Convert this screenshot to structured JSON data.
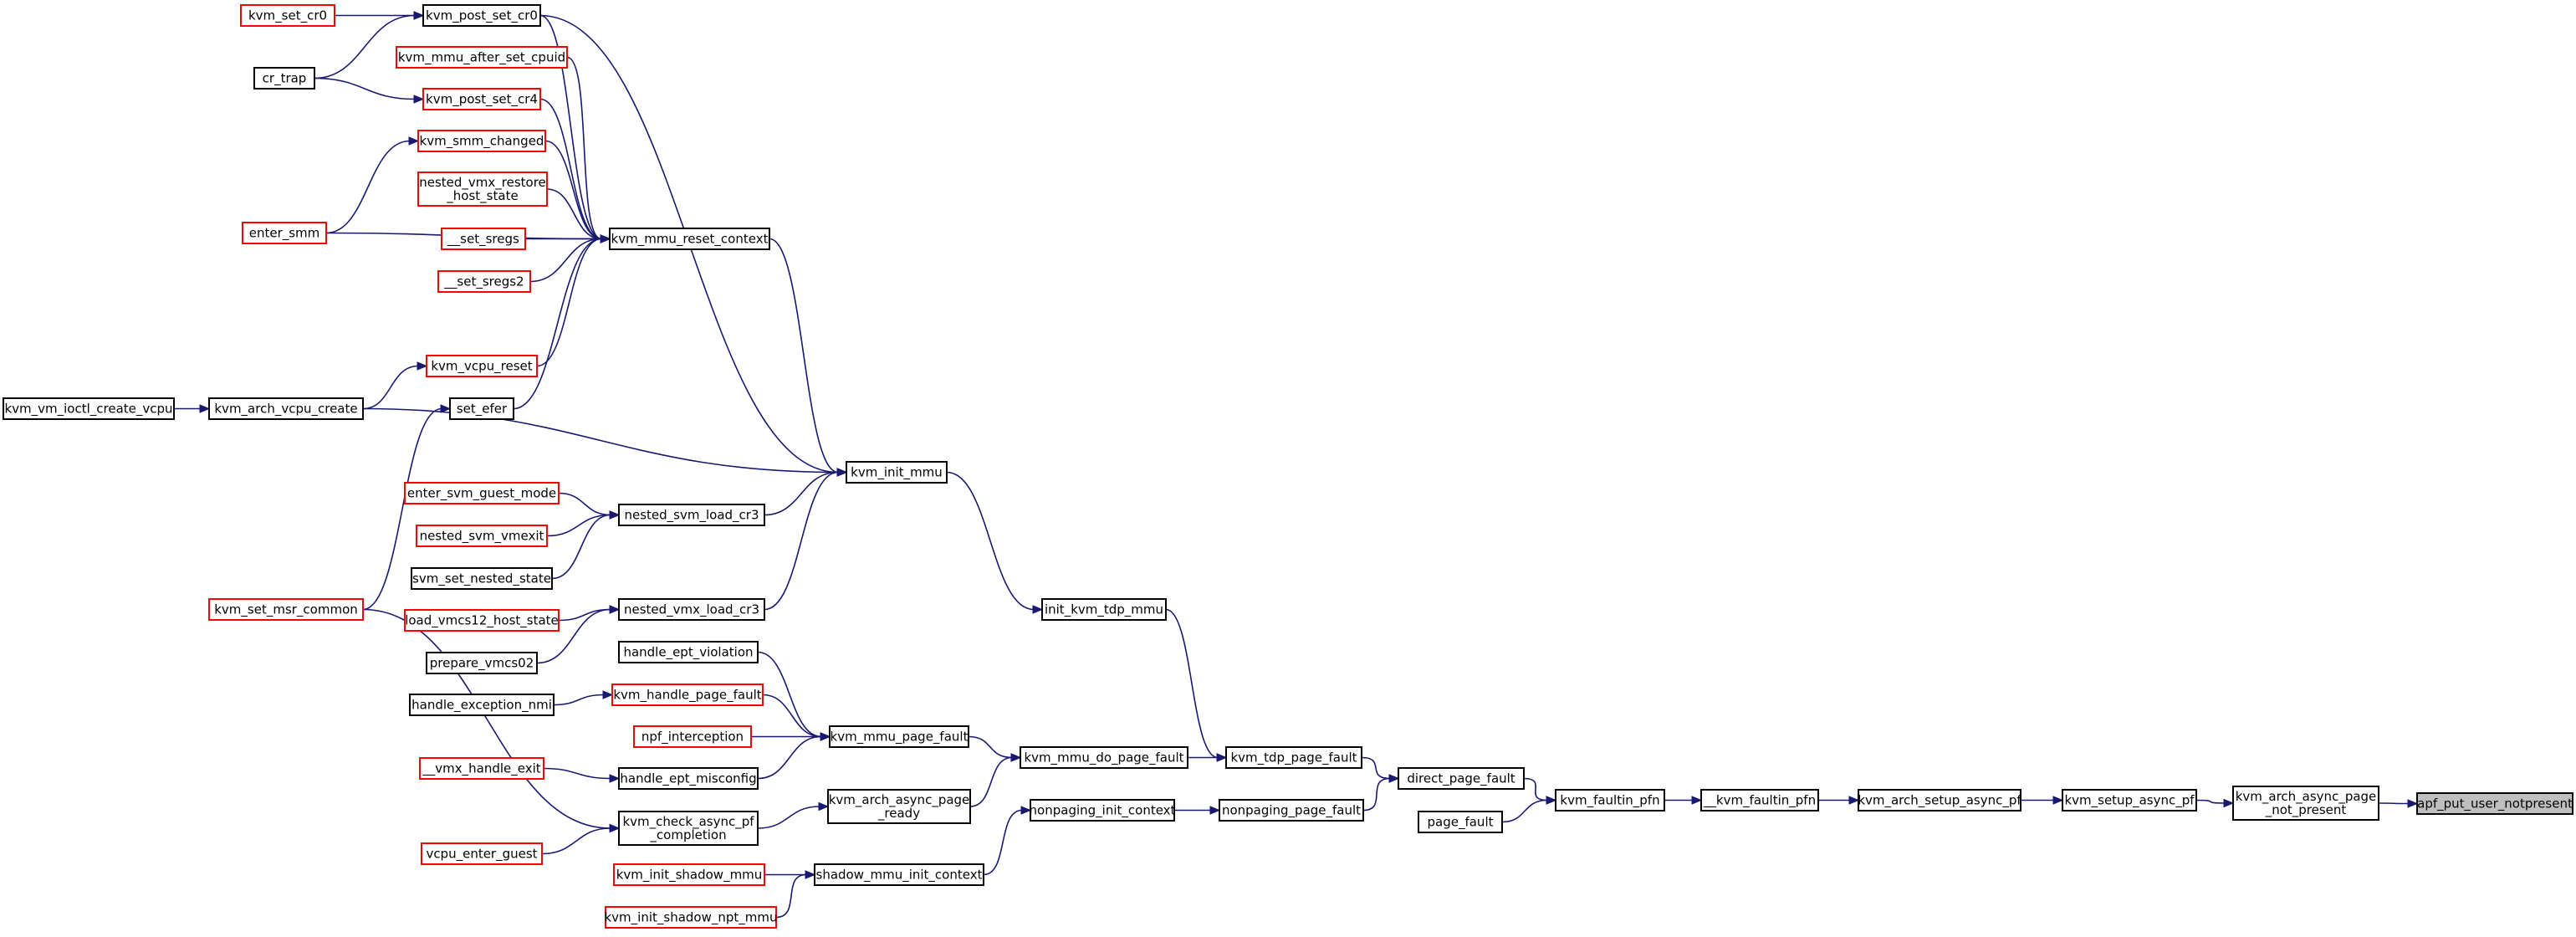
{
  "diagram": {
    "type": "call-graph",
    "root": "apf_put_user_notpresent",
    "nodes": [
      {
        "id": "kvm_set_cr0",
        "lines": [
          "kvm_set_cr0"
        ],
        "border": "red"
      },
      {
        "id": "kvm_post_set_cr0",
        "lines": [
          "kvm_post_set_cr0"
        ],
        "border": "black"
      },
      {
        "id": "kvm_mmu_after_set_cpuid",
        "lines": [
          "kvm_mmu_after_set_cpuid"
        ],
        "border": "red"
      },
      {
        "id": "cr_trap",
        "lines": [
          "cr_trap"
        ],
        "border": "black"
      },
      {
        "id": "kvm_post_set_cr4",
        "lines": [
          "kvm_post_set_cr4"
        ],
        "border": "red"
      },
      {
        "id": "kvm_smm_changed",
        "lines": [
          "kvm_smm_changed"
        ],
        "border": "red"
      },
      {
        "id": "nested_vmx_restore_host_state",
        "lines": [
          "nested_vmx_restore",
          "_host_state"
        ],
        "border": "red"
      },
      {
        "id": "enter_smm",
        "lines": [
          "enter_smm"
        ],
        "border": "red"
      },
      {
        "id": "__set_sregs",
        "lines": [
          "__set_sregs"
        ],
        "border": "red"
      },
      {
        "id": "kvm_mmu_reset_context",
        "lines": [
          "kvm_mmu_reset_context"
        ],
        "border": "black"
      },
      {
        "id": "__set_sregs2",
        "lines": [
          "__set_sregs2"
        ],
        "border": "red"
      },
      {
        "id": "kvm_vcpu_reset",
        "lines": [
          "kvm_vcpu_reset"
        ],
        "border": "red"
      },
      {
        "id": "kvm_vm_ioctl_create_vcpu",
        "lines": [
          "kvm_vm_ioctl_create_vcpu"
        ],
        "border": "black"
      },
      {
        "id": "kvm_arch_vcpu_create",
        "lines": [
          "kvm_arch_vcpu_create"
        ],
        "border": "black"
      },
      {
        "id": "set_efer",
        "lines": [
          "set_efer"
        ],
        "border": "black"
      },
      {
        "id": "kvm_init_mmu",
        "lines": [
          "kvm_init_mmu"
        ],
        "border": "black"
      },
      {
        "id": "enter_svm_guest_mode",
        "lines": [
          "enter_svm_guest_mode"
        ],
        "border": "red"
      },
      {
        "id": "nested_svm_load_cr3",
        "lines": [
          "nested_svm_load_cr3"
        ],
        "border": "black"
      },
      {
        "id": "nested_svm_vmexit",
        "lines": [
          "nested_svm_vmexit"
        ],
        "border": "red"
      },
      {
        "id": "svm_set_nested_state",
        "lines": [
          "svm_set_nested_state"
        ],
        "border": "black"
      },
      {
        "id": "kvm_set_msr_common",
        "lines": [
          "kvm_set_msr_common"
        ],
        "border": "red"
      },
      {
        "id": "load_vmcs12_host_state",
        "lines": [
          "load_vmcs12_host_state"
        ],
        "border": "red"
      },
      {
        "id": "nested_vmx_load_cr3",
        "lines": [
          "nested_vmx_load_cr3"
        ],
        "border": "black"
      },
      {
        "id": "init_kvm_tdp_mmu",
        "lines": [
          "init_kvm_tdp_mmu"
        ],
        "border": "black"
      },
      {
        "id": "prepare_vmcs02",
        "lines": [
          "prepare_vmcs02"
        ],
        "border": "black"
      },
      {
        "id": "handle_ept_violation",
        "lines": [
          "handle_ept_violation"
        ],
        "border": "black"
      },
      {
        "id": "kvm_handle_page_fault",
        "lines": [
          "kvm_handle_page_fault"
        ],
        "border": "red"
      },
      {
        "id": "handle_exception_nmi",
        "lines": [
          "handle_exception_nmi"
        ],
        "border": "black"
      },
      {
        "id": "npf_interception",
        "lines": [
          "npf_interception"
        ],
        "border": "red"
      },
      {
        "id": "kvm_mmu_page_fault",
        "lines": [
          "kvm_mmu_page_fault"
        ],
        "border": "black"
      },
      {
        "id": "kvm_mmu_do_page_fault",
        "lines": [
          "kvm_mmu_do_page_fault"
        ],
        "border": "black"
      },
      {
        "id": "kvm_tdp_page_fault",
        "lines": [
          "kvm_tdp_page_fault"
        ],
        "border": "black"
      },
      {
        "id": "__vmx_handle_exit",
        "lines": [
          "__vmx_handle_exit"
        ],
        "border": "red"
      },
      {
        "id": "handle_ept_misconfig",
        "lines": [
          "handle_ept_misconfig"
        ],
        "border": "black"
      },
      {
        "id": "direct_page_fault",
        "lines": [
          "direct_page_fault"
        ],
        "border": "black"
      },
      {
        "id": "kvm_arch_async_page_ready",
        "lines": [
          "kvm_arch_async_page",
          "_ready"
        ],
        "border": "black"
      },
      {
        "id": "nonpaging_init_context",
        "lines": [
          "nonpaging_init_context"
        ],
        "border": "black"
      },
      {
        "id": "nonpaging_page_fault",
        "lines": [
          "nonpaging_page_fault"
        ],
        "border": "black"
      },
      {
        "id": "kvm_faultin_pfn",
        "lines": [
          "kvm_faultin_pfn"
        ],
        "border": "black"
      },
      {
        "id": "__kvm_faultin_pfn",
        "lines": [
          "__kvm_faultin_pfn"
        ],
        "border": "black"
      },
      {
        "id": "kvm_arch_setup_async_pf",
        "lines": [
          "kvm_arch_setup_async_pf"
        ],
        "border": "black"
      },
      {
        "id": "kvm_setup_async_pf",
        "lines": [
          "kvm_setup_async_pf"
        ],
        "border": "black"
      },
      {
        "id": "kvm_arch_async_page_not_present",
        "lines": [
          "kvm_arch_async_page",
          "_not_present"
        ],
        "border": "black"
      },
      {
        "id": "apf_put_user_notpresent",
        "lines": [
          "apf_put_user_notpresent"
        ],
        "border": "root"
      },
      {
        "id": "kvm_check_async_pf_completion",
        "lines": [
          "kvm_check_async_pf",
          "_completion"
        ],
        "border": "black"
      },
      {
        "id": "page_fault",
        "lines": [
          "page_fault"
        ],
        "border": "black"
      },
      {
        "id": "vcpu_enter_guest",
        "lines": [
          "vcpu_enter_guest"
        ],
        "border": "red"
      },
      {
        "id": "kvm_init_shadow_mmu",
        "lines": [
          "kvm_init_shadow_mmu"
        ],
        "border": "red"
      },
      {
        "id": "shadow_mmu_init_context",
        "lines": [
          "shadow_mmu_init_context"
        ],
        "border": "black"
      },
      {
        "id": "kvm_init_shadow_npt_mmu",
        "lines": [
          "kvm_init_shadow_npt_mmu"
        ],
        "border": "red"
      }
    ],
    "edges": [
      {
        "from": "kvm_set_cr0",
        "to": "kvm_post_set_cr0"
      },
      {
        "from": "cr_trap",
        "to": "kvm_post_set_cr0"
      },
      {
        "from": "cr_trap",
        "to": "kvm_post_set_cr4"
      },
      {
        "from": "enter_smm",
        "to": "kvm_smm_changed"
      },
      {
        "from": "kvm_arch_vcpu_create",
        "to": "kvm_vcpu_reset"
      },
      {
        "from": "kvm_vm_ioctl_create_vcpu",
        "to": "kvm_arch_vcpu_create"
      },
      {
        "from": "kvm_set_msr_common",
        "to": "set_efer"
      },
      {
        "from": "kvm_post_set_cr0",
        "to": "kvm_mmu_reset_context"
      },
      {
        "from": "kvm_mmu_after_set_cpuid",
        "to": "kvm_mmu_reset_context"
      },
      {
        "from": "kvm_post_set_cr4",
        "to": "kvm_mmu_reset_context"
      },
      {
        "from": "kvm_smm_changed",
        "to": "kvm_mmu_reset_context"
      },
      {
        "from": "nested_vmx_restore_host_state",
        "to": "kvm_mmu_reset_context"
      },
      {
        "from": "__set_sregs",
        "to": "kvm_mmu_reset_context"
      },
      {
        "from": "__set_sregs2",
        "to": "kvm_mmu_reset_context"
      },
      {
        "from": "enter_smm",
        "to": "kvm_mmu_reset_context"
      },
      {
        "from": "kvm_vcpu_reset",
        "to": "kvm_mmu_reset_context"
      },
      {
        "from": "set_efer",
        "to": "kvm_mmu_reset_context"
      },
      {
        "from": "kvm_post_set_cr0",
        "to": "kvm_init_mmu"
      },
      {
        "from": "kvm_mmu_reset_context",
        "to": "kvm_init_mmu"
      },
      {
        "from": "kvm_arch_vcpu_create",
        "to": "kvm_init_mmu"
      },
      {
        "from": "nested_svm_load_cr3",
        "to": "kvm_init_mmu"
      },
      {
        "from": "nested_vmx_load_cr3",
        "to": "kvm_init_mmu"
      },
      {
        "from": "enter_svm_guest_mode",
        "to": "nested_svm_load_cr3"
      },
      {
        "from": "nested_svm_vmexit",
        "to": "nested_svm_load_cr3"
      },
      {
        "from": "svm_set_nested_state",
        "to": "nested_svm_load_cr3"
      },
      {
        "from": "load_vmcs12_host_state",
        "to": "nested_vmx_load_cr3"
      },
      {
        "from": "prepare_vmcs02",
        "to": "nested_vmx_load_cr3"
      },
      {
        "from": "kvm_init_mmu",
        "to": "init_kvm_tdp_mmu"
      },
      {
        "from": "init_kvm_tdp_mmu",
        "to": "kvm_tdp_page_fault"
      },
      {
        "from": "handle_exception_nmi",
        "to": "kvm_handle_page_fault"
      },
      {
        "from": "__vmx_handle_exit",
        "to": "handle_ept_misconfig"
      },
      {
        "from": "handle_ept_violation",
        "to": "kvm_mmu_page_fault"
      },
      {
        "from": "kvm_handle_page_fault",
        "to": "kvm_mmu_page_fault"
      },
      {
        "from": "npf_interception",
        "to": "kvm_mmu_page_fault"
      },
      {
        "from": "handle_ept_misconfig",
        "to": "kvm_mmu_page_fault"
      },
      {
        "from": "kvm_mmu_page_fault",
        "to": "kvm_mmu_do_page_fault"
      },
      {
        "from": "kvm_arch_async_page_ready",
        "to": "kvm_mmu_do_page_fault"
      },
      {
        "from": "kvm_mmu_do_page_fault",
        "to": "kvm_tdp_page_fault"
      },
      {
        "from": "kvm_set_msr_common",
        "to": "kvm_check_async_pf_completion"
      },
      {
        "from": "vcpu_enter_guest",
        "to": "kvm_check_async_pf_completion"
      },
      {
        "from": "kvm_check_async_pf_completion",
        "to": "kvm_arch_async_page_ready"
      },
      {
        "from": "kvm_init_shadow_mmu",
        "to": "shadow_mmu_init_context"
      },
      {
        "from": "kvm_init_shadow_npt_mmu",
        "to": "shadow_mmu_init_context"
      },
      {
        "from": "shadow_mmu_init_context",
        "to": "nonpaging_init_context"
      },
      {
        "from": "nonpaging_init_context",
        "to": "nonpaging_page_fault"
      },
      {
        "from": "kvm_tdp_page_fault",
        "to": "direct_page_fault"
      },
      {
        "from": "nonpaging_page_fault",
        "to": "direct_page_fault"
      },
      {
        "from": "direct_page_fault",
        "to": "kvm_faultin_pfn"
      },
      {
        "from": "page_fault",
        "to": "kvm_faultin_pfn"
      },
      {
        "from": "kvm_faultin_pfn",
        "to": "__kvm_faultin_pfn"
      },
      {
        "from": "__kvm_faultin_pfn",
        "to": "kvm_arch_setup_async_pf"
      },
      {
        "from": "kvm_arch_setup_async_pf",
        "to": "kvm_setup_async_pf"
      },
      {
        "from": "kvm_setup_async_pf",
        "to": "kvm_arch_async_page_not_present"
      },
      {
        "from": "kvm_arch_async_page_not_present",
        "to": "apf_put_user_notpresent"
      }
    ]
  }
}
